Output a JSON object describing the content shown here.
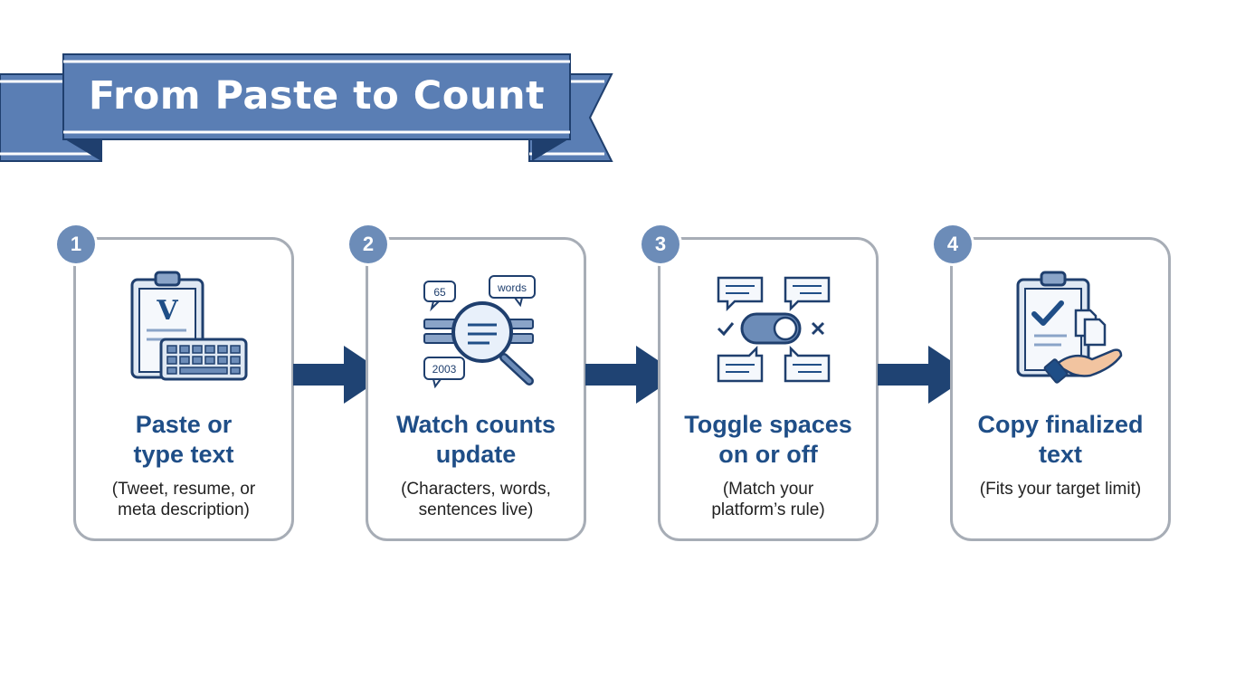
{
  "title": "From Paste to Count",
  "colors": {
    "banner": "#5a7eb4",
    "banner_dark": "#1f3f6e",
    "badge": "#6c8cb8",
    "card_border": "#a7adb6",
    "heading": "#1f4e87",
    "arrow": "#1f4373"
  },
  "steps": [
    {
      "number": "1",
      "title_line1": "Paste or",
      "title_line2": "type text",
      "desc_line1": "(Tweet, resume, or",
      "desc_line2": "meta description)",
      "icon": "clipboard-keyboard-icon",
      "icon_letter": "V"
    },
    {
      "number": "2",
      "title_line1": "Watch counts",
      "title_line2": "update",
      "desc_line1": "(Characters, words,",
      "desc_line2": "sentences live)",
      "icon": "magnifier-counts-icon",
      "bubble_a": "65",
      "bubble_b": "words",
      "bubble_c": "2003"
    },
    {
      "number": "3",
      "title_line1": "Toggle spaces",
      "title_line2": "on or off",
      "desc_line1": "(Match your",
      "desc_line2": "platform’s rule)",
      "icon": "toggle-switch-icon"
    },
    {
      "number": "4",
      "title_line1": "Copy finalized",
      "title_line2": "text",
      "desc_line1": "(Fits your target limit)",
      "desc_line2": "",
      "icon": "clipboard-check-copy-icon"
    }
  ]
}
